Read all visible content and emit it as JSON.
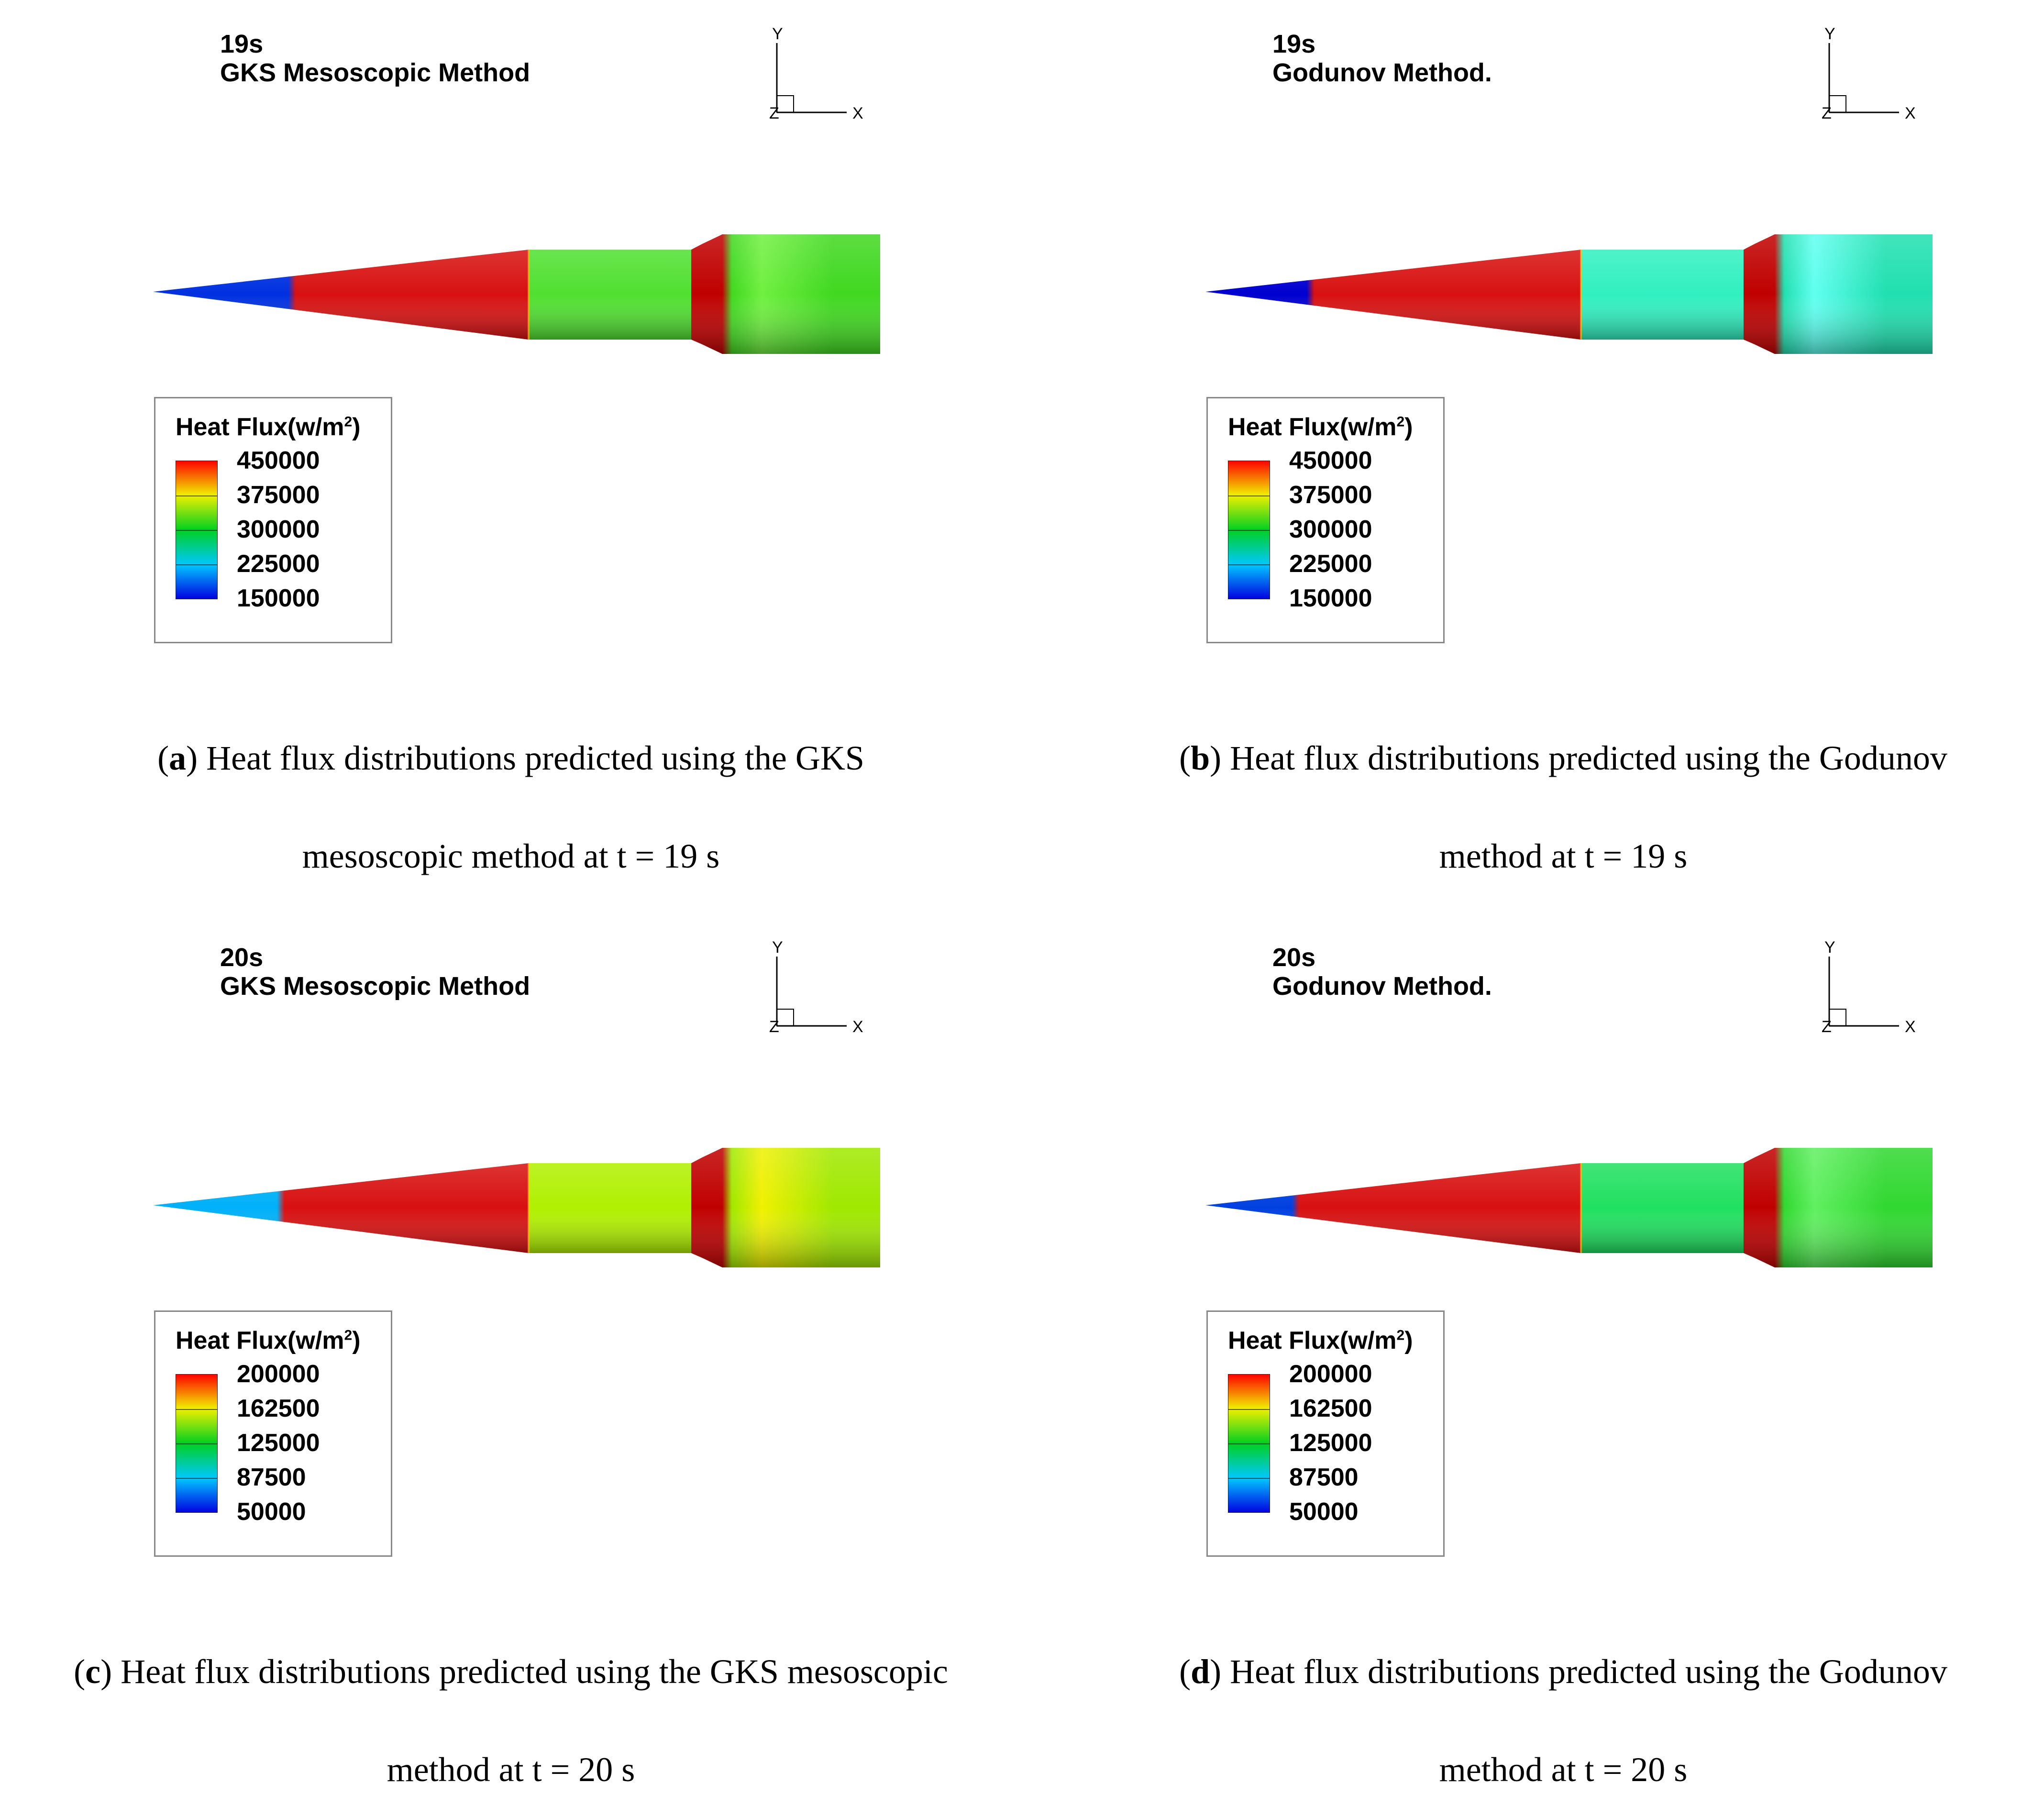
{
  "legend_title": "Heat Flux(w/m",
  "legend_superscript": "2",
  "legend_title_close": ")",
  "axis_labels": {
    "x": "X",
    "y": "Y",
    "z": "Z"
  },
  "colormap": [
    "#0000e0",
    "#00c8ff",
    "#00d020",
    "#f0f000",
    "#ff0000"
  ],
  "panels": [
    {
      "id": "a",
      "time_label": "19s",
      "method_label": "GKS Mesoscopic Method",
      "legend_levels": [
        "450000",
        "375000",
        "300000",
        "225000",
        "150000"
      ],
      "caption_prefix": "(",
      "caption_letter": "a",
      "caption_rest": ") Heat flux distributions predicted using the GKS",
      "caption_line2": "mesoscopic method at t = 19 s",
      "colors": {
        "tip": "#0030e0",
        "cone_rear": "#d81010",
        "cylinder": "#50e030",
        "ring": "#c00000",
        "aft": "#40d820",
        "aft_center": "#70f040"
      },
      "front_end": 0.38
    },
    {
      "id": "b",
      "time_label": "19s",
      "method_label": "Godunov Method.",
      "legend_levels": [
        "450000",
        "375000",
        "300000",
        "225000",
        "150000"
      ],
      "caption_prefix": "(",
      "caption_letter": "b",
      "caption_rest": ") Heat flux distributions predicted using the Godunov",
      "caption_line2": "method at t = 19 s",
      "colors": {
        "tip": "#0000d0",
        "cone_rear": "#d81010",
        "cylinder": "#30f0c0",
        "ring": "#c00000",
        "aft": "#20e0b0",
        "aft_center": "#60fff0"
      },
      "front_end": 0.29
    },
    {
      "id": "c",
      "time_label": "20s",
      "method_label": "GKS Mesoscopic Method",
      "legend_levels": [
        "200000",
        "162500",
        "125000",
        "87500",
        "50000"
      ],
      "caption_prefix": "(",
      "caption_letter": "c",
      "caption_rest": ") Heat flux distributions predicted using the GKS mesoscopic",
      "caption_line2": "method at t = 20 s",
      "colors": {
        "tip": "#00b0f8",
        "cone_rear": "#d81010",
        "cylinder": "#b0f000",
        "ring": "#c00000",
        "aft": "#a0e800",
        "aft_center": "#f0f000"
      },
      "front_end": 0.35
    },
    {
      "id": "d",
      "time_label": "20s",
      "method_label": "Godunov Method.",
      "legend_levels": [
        "200000",
        "162500",
        "125000",
        "87500",
        "50000"
      ],
      "caption_prefix": "(",
      "caption_letter": "d",
      "caption_rest": ") Heat flux distributions predicted using the Godunov",
      "caption_line2": "method at t = 20 s",
      "colors": {
        "tip": "#0040e0",
        "cone_rear": "#d81010",
        "cylinder": "#20e060",
        "ring": "#c00000",
        "aft": "#30d830",
        "aft_center": "#60f060"
      },
      "front_end": 0.25
    }
  ]
}
